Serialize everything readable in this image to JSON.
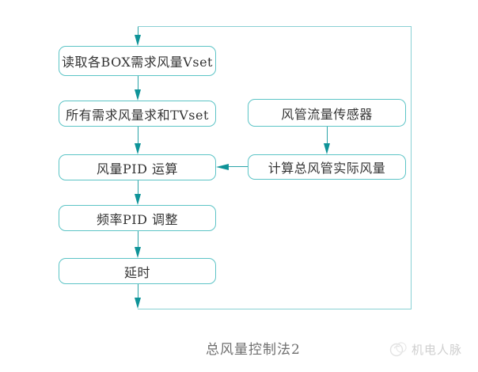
{
  "diagram": {
    "caption": "总风量控制法2",
    "watermark_label": "机电人脉",
    "nodes": {
      "read_vset": "读取各BOX需求风量Vset",
      "sum_tvset": "所有需求风量求和TVset",
      "flow_pid": "风量PID 运算",
      "freq_pid": "频率PID 调整",
      "delay": "延时",
      "duct_sensor": "风管流量传感器",
      "calc_actual": "计算总风管实际风量"
    },
    "colors": {
      "box_border": "#5cc4c6",
      "connector_line": "#2ba4a8",
      "arrowhead": "#0e9398",
      "loop_line": "#8ad0d4",
      "node_text": "#333333",
      "caption_text": "#6f6f6f",
      "watermark_text": "#cfcfcf"
    }
  }
}
